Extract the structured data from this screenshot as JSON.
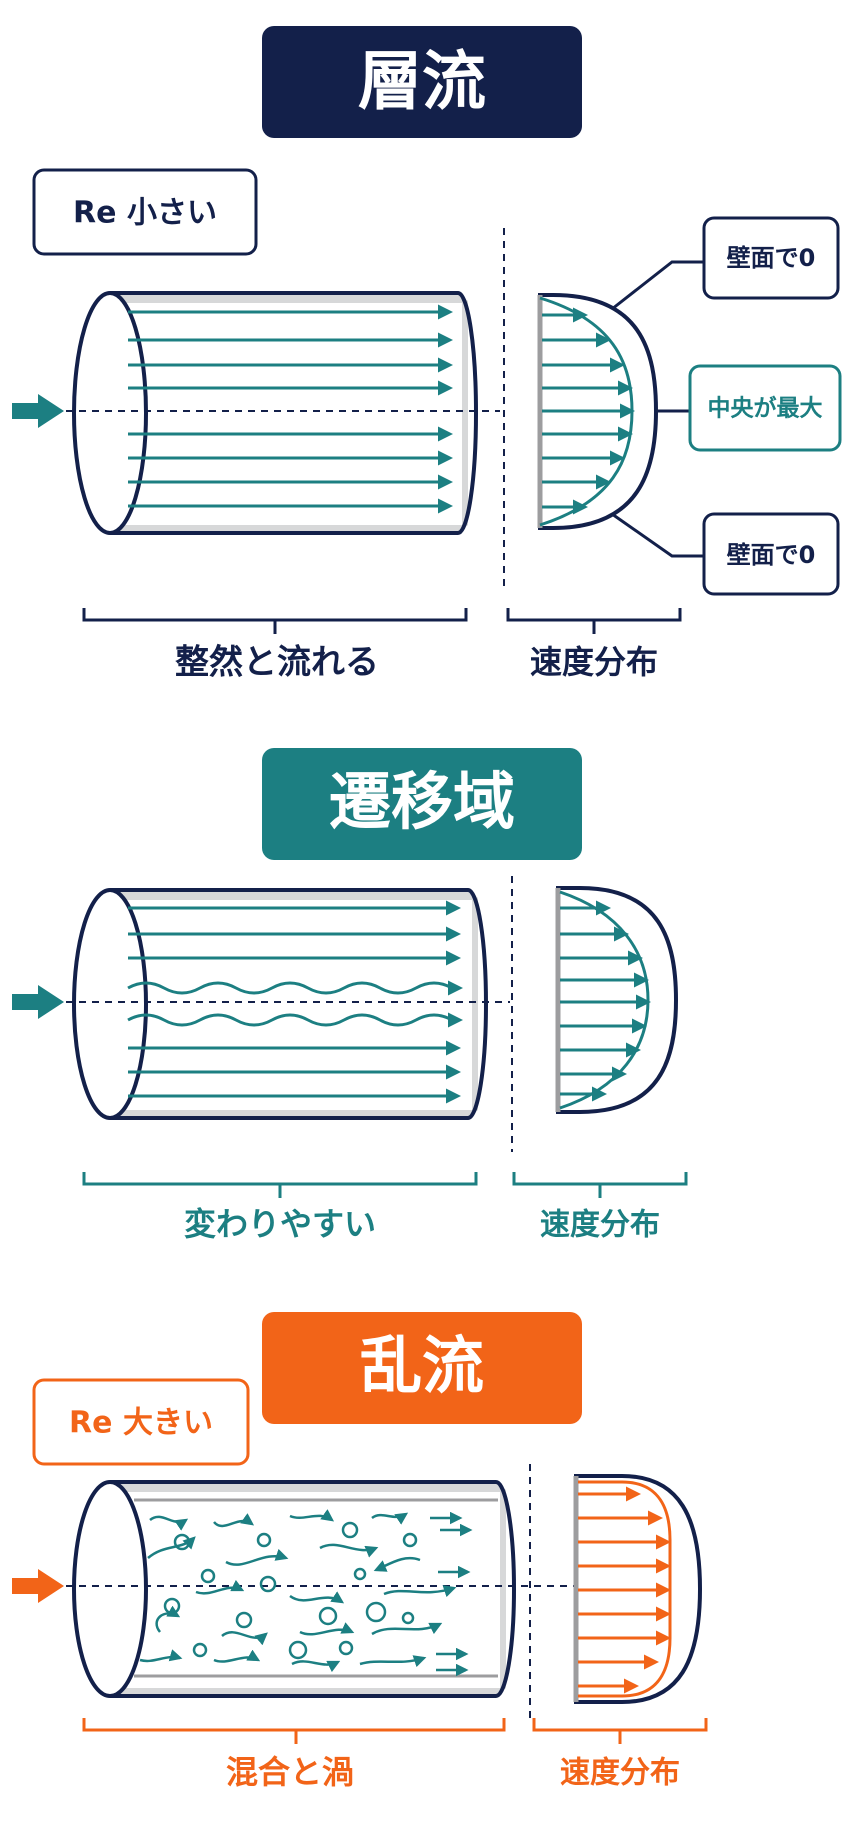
{
  "colors": {
    "navy": "#13204a",
    "teal": "#1c7f82",
    "orange": "#f26418",
    "gray": "#9d9d9f",
    "light_gray": "#d7d8d9"
  },
  "laminar": {
    "title": "層流",
    "re_label": "Re 小さい",
    "callout_wall_top": "壁面で0",
    "callout_center": "中央が最大",
    "callout_wall_bottom": "壁面で0",
    "flow_caption": "整然と流れる",
    "profile_caption": "速度分布"
  },
  "transition": {
    "title": "遷移域",
    "flow_caption": "変わりやすい",
    "profile_caption": "速度分布"
  },
  "turbulent": {
    "title": "乱流",
    "re_label": "Re 大きい",
    "flow_caption": "混合と渦",
    "profile_caption": "速度分布"
  }
}
